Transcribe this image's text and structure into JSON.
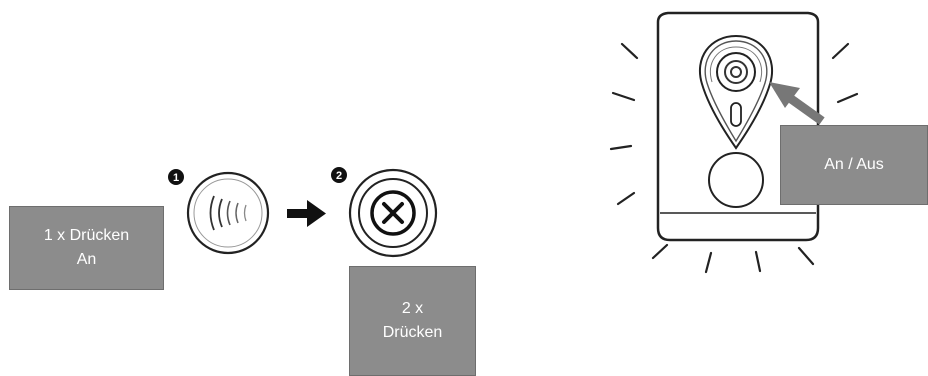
{
  "labels": {
    "press_once_line1": "1 x Drücken",
    "press_once_line2": "An",
    "press_twice_line1": "2 x",
    "press_twice_line2": "Drücken",
    "on_off": "An / Aus"
  },
  "steps": {
    "step1_number": "1",
    "step2_number": "2"
  },
  "colors": {
    "label_box": "#8c8c8c",
    "arrow": "#777777",
    "line": "#222222"
  },
  "icons": [
    "nfc-tap-icon",
    "right-arrow-icon",
    "close-x-icon",
    "device-body",
    "led-ring-icon",
    "pointer-arrow-icon"
  ]
}
